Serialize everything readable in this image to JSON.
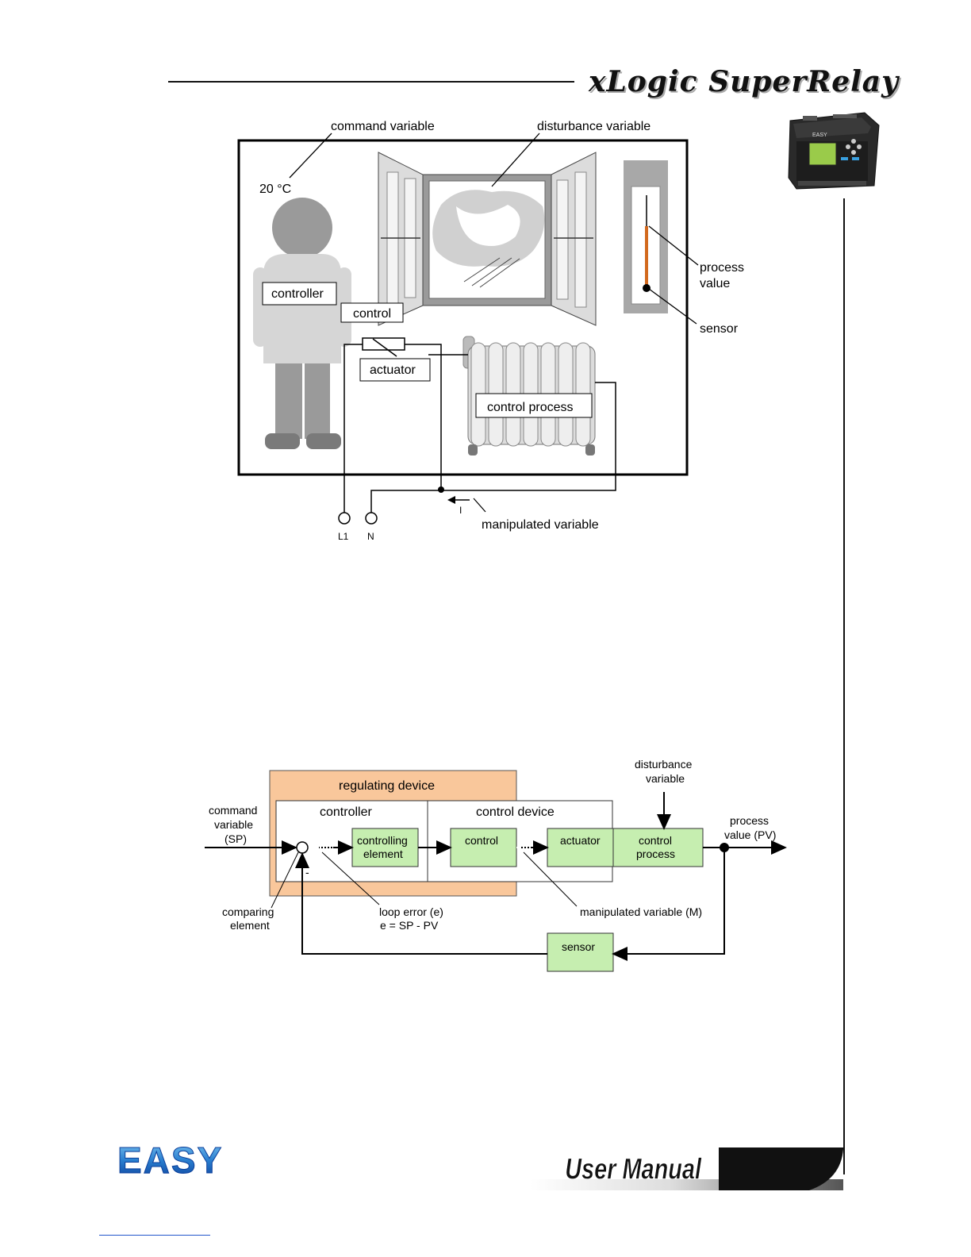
{
  "header": {
    "title": "xLogic SuperRelay"
  },
  "product": {
    "brand_label": "EASY"
  },
  "figure1": {
    "command_variable": "command variable",
    "disturbance_variable": "disturbance variable",
    "temperature": "20 °C",
    "process_value_line1": "process",
    "process_value_line2": "value",
    "sensor": "sensor",
    "controller": "controller",
    "control": "control",
    "actuator": "actuator",
    "control_process": "control process",
    "current_symbol": "I",
    "manipulated_variable": "manipulated variable",
    "terminal_l1": "L1",
    "terminal_n": "N"
  },
  "figure2": {
    "regulating_device": "regulating device",
    "controller": "controller",
    "control_device": "control device",
    "disturbance_line1": "disturbance",
    "disturbance_line2": "variable",
    "command_line1": "command",
    "command_line2": "variable",
    "command_line3": "(SP)",
    "process_line1": "process",
    "process_line2": "value (PV)",
    "controlling_line1": "controlling",
    "controlling_line2": "element",
    "control": "control",
    "actuator": "actuator",
    "control_process_line1": "control",
    "control_process_line2": "process",
    "sensor": "sensor",
    "comparing_line1": "comparing",
    "comparing_line2": "element",
    "loop_error_line1": "loop error (e)",
    "loop_error_line2": "e = SP - PV",
    "manipulated": "manipulated variable  (M)",
    "minus_sign": "-"
  },
  "footer": {
    "logo_text": "EASY",
    "manual_label": "User Manual"
  },
  "colors": {
    "regulating_fill": "#f9c79b",
    "block_fill": "#c6eeb0",
    "sensor_line": "#d2691e"
  }
}
